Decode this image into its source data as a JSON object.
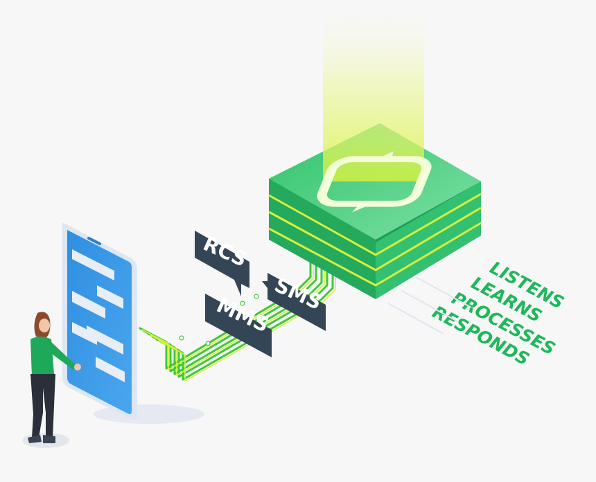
{
  "channels": {
    "rcs": "RCS",
    "sms": "SMS",
    "mms": "MMS"
  },
  "capabilities": [
    "LISTENS",
    "LEARNS",
    "PROCESSES",
    "RESPONDS"
  ],
  "colors": {
    "brand_green": "#1db85a",
    "server_green": "#27b864",
    "server_top": "#3fcf7a",
    "wire_green": "#3dc83a",
    "wire_yellow": "#d8f03a",
    "tag_dark": "#344556",
    "phone_blue": "#2f8fe0",
    "phone_frame": "#e3ecf7",
    "background": "#f7f7f7"
  },
  "icons": [
    "chat-bubbles-icon"
  ]
}
